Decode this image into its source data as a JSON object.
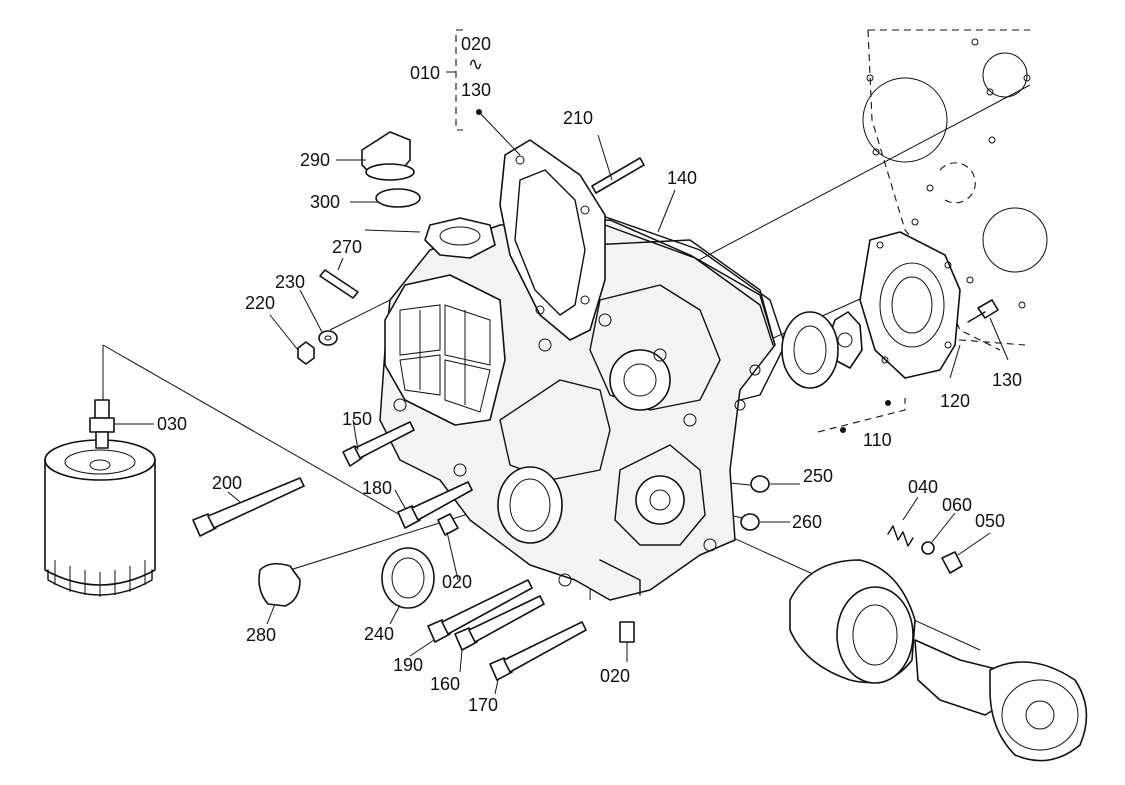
{
  "labels": {
    "p010": "010",
    "p020a": "020",
    "range_sep": "∿",
    "p130a": "130",
    "p210": "210",
    "p140": "140",
    "p290": "290",
    "p300": "300",
    "p270": "270",
    "p230": "230",
    "p220": "220",
    "p130b": "130",
    "p120": "120",
    "p110": "110",
    "p030": "030",
    "p150": "150",
    "p200": "200",
    "p180": "180",
    "p250": "250",
    "p040": "040",
    "p060": "060",
    "p050": "050",
    "p260": "260",
    "p020b": "020",
    "p280": "280",
    "p240": "240",
    "p190": "190",
    "p160": "160",
    "p170": "170",
    "p020c": "020"
  }
}
